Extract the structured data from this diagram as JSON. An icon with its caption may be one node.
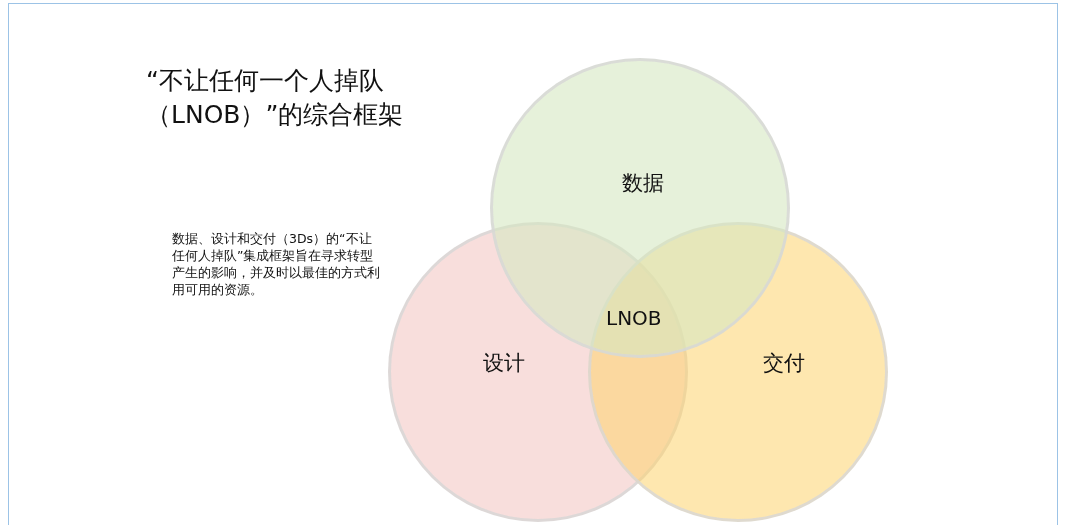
{
  "diagram": {
    "title": "“不让任何一个人掉队（LNOB）”的综合框架",
    "nodes": [
      {
        "text": [
          "数据"
        ]
      },
      {
        "text": [
          "设计"
        ]
      },
      {
        "text": [
          "交付"
        ]
      }
    ],
    "labels": [
      "数据、设计和交付（3Ds）的“不让任何人掉队”集成框架旨在寻求转型产生的影响，并及时以最佳的方式利用可用的资源。",
      "LNOB"
    ]
  }
}
